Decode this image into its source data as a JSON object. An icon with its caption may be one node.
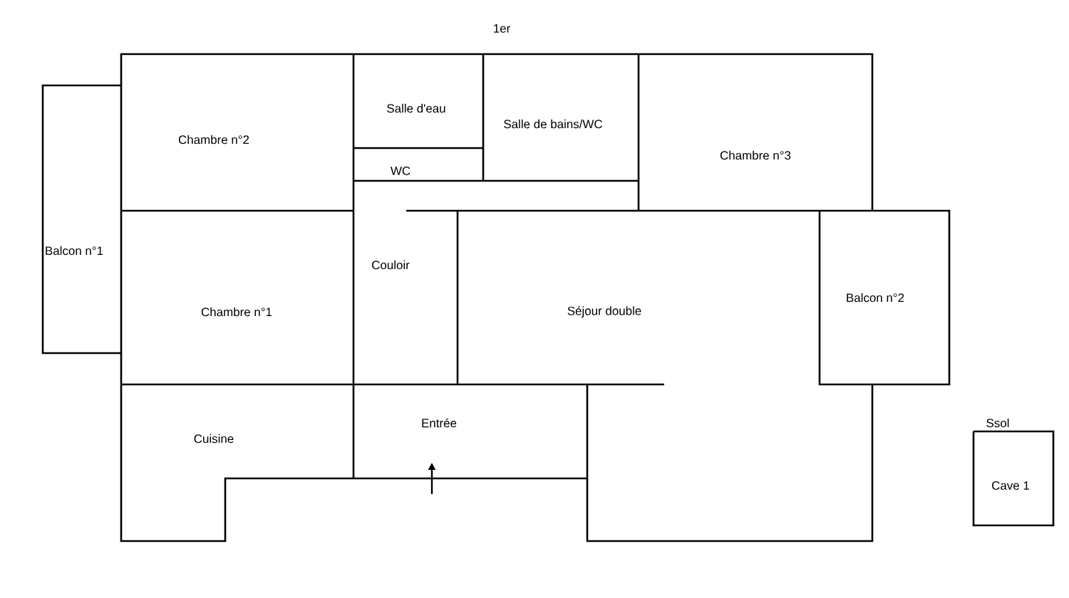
{
  "diagram": {
    "labels": [
      "1er",
      "Chambre n°2",
      "Salle d'eau",
      "Salle de bains/WC",
      "Chambre n°3",
      "WC",
      "Balcon n°1",
      "Couloir",
      "Chambre n°1",
      "Séjour double",
      "Balcon n°2",
      "Entrée",
      "Cuisine",
      "Ssol",
      "Cave 1"
    ]
  }
}
